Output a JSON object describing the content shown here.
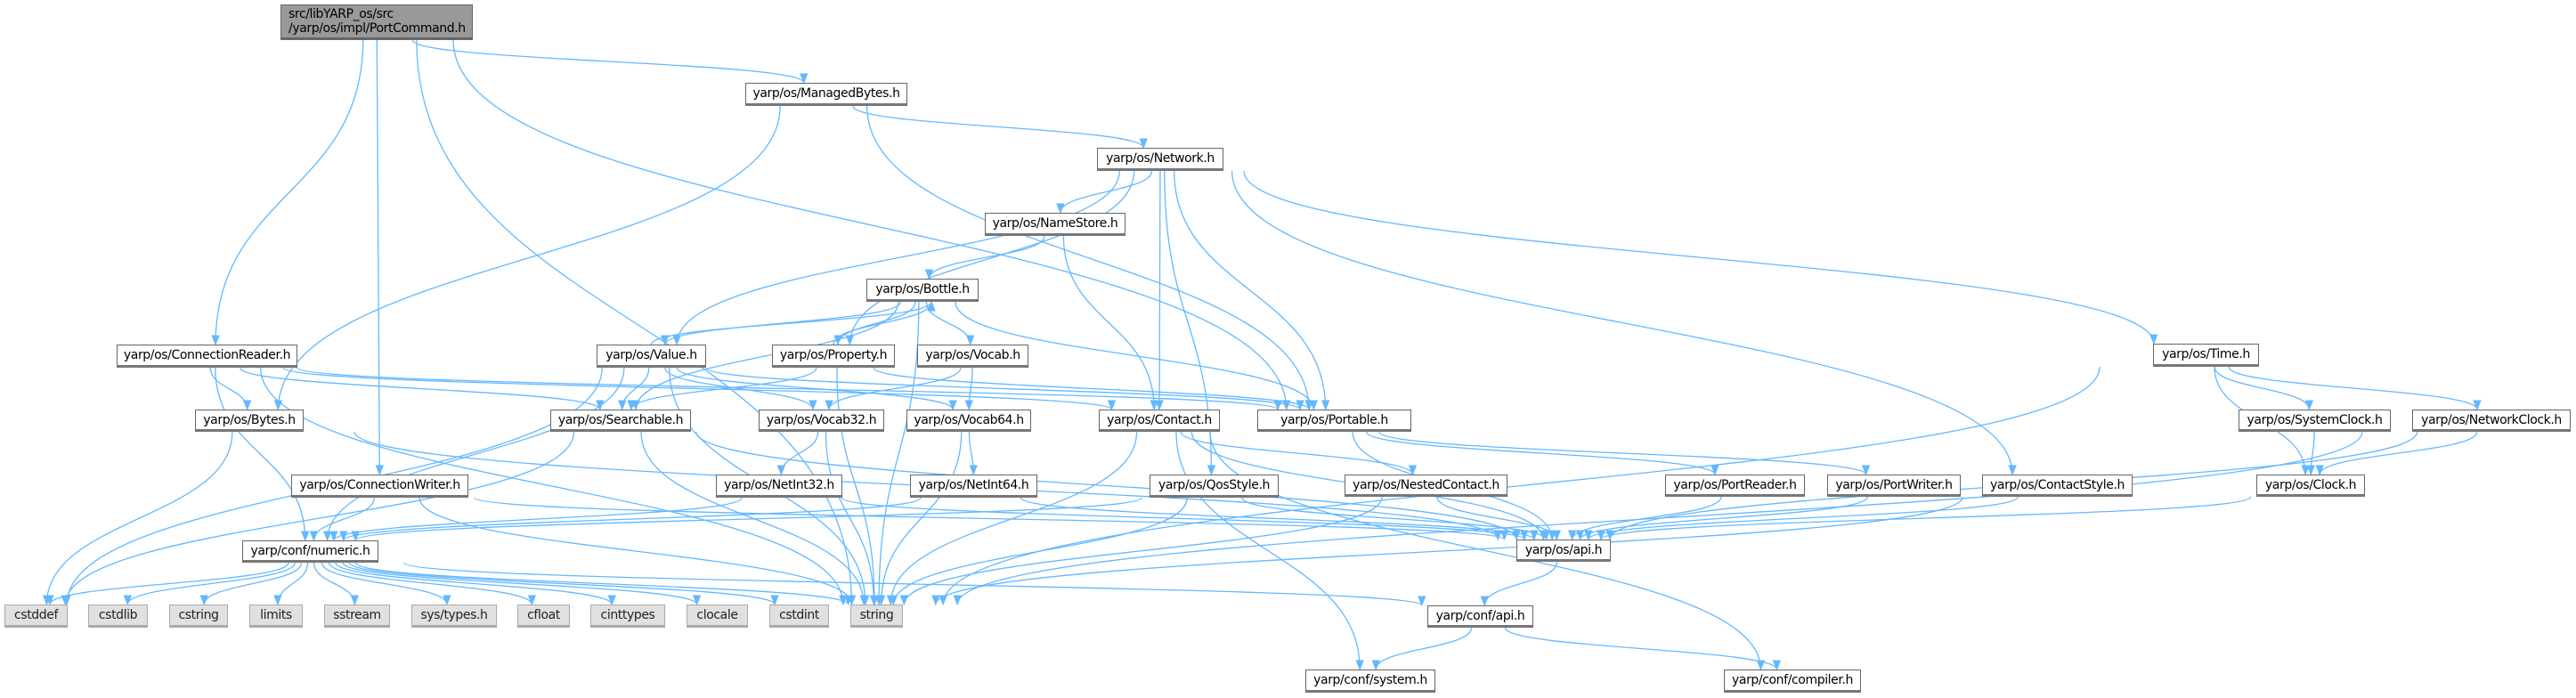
{
  "graph": {
    "root": {
      "id": "root",
      "lines": [
        "src/libYARP_os/src",
        "/yarp/os/impl/PortCommand.h"
      ]
    },
    "nodes": [
      {
        "id": "managedbytes",
        "label": "yarp/os/ManagedBytes.h"
      },
      {
        "id": "network",
        "label": "yarp/os/Network.h"
      },
      {
        "id": "namestore",
        "label": "yarp/os/NameStore.h"
      },
      {
        "id": "bottle",
        "label": "yarp/os/Bottle.h"
      },
      {
        "id": "connreader",
        "label": "yarp/os/ConnectionReader.h"
      },
      {
        "id": "value",
        "label": "yarp/os/Value.h"
      },
      {
        "id": "property",
        "label": "yarp/os/Property.h"
      },
      {
        "id": "vocab",
        "label": "yarp/os/Vocab.h"
      },
      {
        "id": "time",
        "label": "yarp/os/Time.h"
      },
      {
        "id": "bytes",
        "label": "yarp/os/Bytes.h"
      },
      {
        "id": "searchable",
        "label": "yarp/os/Searchable.h"
      },
      {
        "id": "vocab32",
        "label": "yarp/os/Vocab32.h"
      },
      {
        "id": "vocab64",
        "label": "yarp/os/Vocab64.h"
      },
      {
        "id": "contact",
        "label": "yarp/os/Contact.h"
      },
      {
        "id": "portable",
        "label": "yarp/os/Portable.h"
      },
      {
        "id": "systemclock",
        "label": "yarp/os/SystemClock.h"
      },
      {
        "id": "networkclock",
        "label": "yarp/os/NetworkClock.h"
      },
      {
        "id": "connwriter",
        "label": "yarp/os/ConnectionWriter.h"
      },
      {
        "id": "netint32",
        "label": "yarp/os/NetInt32.h"
      },
      {
        "id": "netint64",
        "label": "yarp/os/NetInt64.h"
      },
      {
        "id": "qosstyle",
        "label": "yarp/os/QosStyle.h"
      },
      {
        "id": "nestedcontact",
        "label": "yarp/os/NestedContact.h"
      },
      {
        "id": "portreader",
        "label": "yarp/os/PortReader.h"
      },
      {
        "id": "portwriter",
        "label": "yarp/os/PortWriter.h"
      },
      {
        "id": "contactstyle",
        "label": "yarp/os/ContactStyle.h"
      },
      {
        "id": "clock",
        "label": "yarp/os/Clock.h"
      },
      {
        "id": "numeric",
        "label": "yarp/conf/numeric.h"
      },
      {
        "id": "osapi",
        "label": "yarp/os/api.h"
      },
      {
        "id": "confapi",
        "label": "yarp/conf/api.h"
      },
      {
        "id": "system",
        "label": "yarp/conf/system.h"
      },
      {
        "id": "compiler",
        "label": "yarp/conf/compiler.h"
      },
      {
        "id": "cstddef",
        "label": "cstddef",
        "external": true
      },
      {
        "id": "cstdlib",
        "label": "cstdlib",
        "external": true
      },
      {
        "id": "cstring",
        "label": "cstring",
        "external": true
      },
      {
        "id": "limits",
        "label": "limits",
        "external": true
      },
      {
        "id": "sstream",
        "label": "sstream",
        "external": true
      },
      {
        "id": "systypes",
        "label": "sys/types.h",
        "external": true
      },
      {
        "id": "cfloat",
        "label": "cfloat",
        "external": true
      },
      {
        "id": "cinttypes",
        "label": "cinttypes",
        "external": true
      },
      {
        "id": "clocale",
        "label": "clocale",
        "external": true
      },
      {
        "id": "cstdint",
        "label": "cstdint",
        "external": true
      },
      {
        "id": "string",
        "label": "string",
        "external": true
      }
    ],
    "edges": [
      [
        "root",
        "managedbytes"
      ],
      [
        "root",
        "connreader"
      ],
      [
        "root",
        "connwriter"
      ],
      [
        "root",
        "string"
      ],
      [
        "root",
        "portable"
      ],
      [
        "managedbytes",
        "network"
      ],
      [
        "managedbytes",
        "bytes"
      ],
      [
        "managedbytes",
        "portable"
      ],
      [
        "network",
        "namestore"
      ],
      [
        "network",
        "value"
      ],
      [
        "network",
        "property"
      ],
      [
        "network",
        "contact"
      ],
      [
        "network",
        "portable"
      ],
      [
        "network",
        "qosstyle"
      ],
      [
        "network",
        "contactstyle"
      ],
      [
        "network",
        "time"
      ],
      [
        "namestore",
        "bottle"
      ],
      [
        "namestore",
        "contact"
      ],
      [
        "bottle",
        "value"
      ],
      [
        "bottle",
        "property"
      ],
      [
        "bottle",
        "vocab"
      ],
      [
        "bottle",
        "searchable"
      ],
      [
        "bottle",
        "portable"
      ],
      [
        "bottle",
        "string"
      ],
      [
        "value",
        "bottle"
      ],
      [
        "value",
        "searchable"
      ],
      [
        "value",
        "vocab32"
      ],
      [
        "value",
        "vocab64"
      ],
      [
        "value",
        "portable"
      ],
      [
        "value",
        "numeric"
      ],
      [
        "value",
        "cstddef"
      ],
      [
        "value",
        "string"
      ],
      [
        "property",
        "bottle"
      ],
      [
        "property",
        "searchable"
      ],
      [
        "property",
        "portable"
      ],
      [
        "property",
        "string"
      ],
      [
        "vocab",
        "vocab32"
      ],
      [
        "vocab",
        "vocab64"
      ],
      [
        "connreader",
        "bytes"
      ],
      [
        "connreader",
        "searchable"
      ],
      [
        "connreader",
        "contact"
      ],
      [
        "connreader",
        "portable"
      ],
      [
        "connreader",
        "numeric"
      ],
      [
        "connreader",
        "string"
      ],
      [
        "bytes",
        "cstddef"
      ],
      [
        "bytes",
        "osapi"
      ],
      [
        "searchable",
        "cstddef"
      ],
      [
        "searchable",
        "string"
      ],
      [
        "searchable",
        "osapi"
      ],
      [
        "vocab32",
        "netint32"
      ],
      [
        "vocab32",
        "string"
      ],
      [
        "vocab64",
        "netint64"
      ],
      [
        "vocab64",
        "string"
      ],
      [
        "contact",
        "nestedcontact"
      ],
      [
        "contact",
        "osapi"
      ],
      [
        "contact",
        "string"
      ],
      [
        "contact",
        "system"
      ],
      [
        "contact",
        "compiler"
      ],
      [
        "portable",
        "portreader"
      ],
      [
        "portable",
        "portwriter"
      ],
      [
        "portable",
        "osapi"
      ],
      [
        "netint32",
        "numeric"
      ],
      [
        "netint32",
        "osapi"
      ],
      [
        "netint64",
        "numeric"
      ],
      [
        "netint64",
        "osapi"
      ],
      [
        "qosstyle",
        "numeric"
      ],
      [
        "qosstyle",
        "osapi"
      ],
      [
        "qosstyle",
        "string"
      ],
      [
        "nestedcontact",
        "osapi"
      ],
      [
        "nestedcontact",
        "string"
      ],
      [
        "portreader",
        "osapi"
      ],
      [
        "portwriter",
        "osapi"
      ],
      [
        "contactstyle",
        "osapi"
      ],
      [
        "contactstyle",
        "string"
      ],
      [
        "connwriter",
        "numeric"
      ],
      [
        "connwriter",
        "osapi"
      ],
      [
        "connwriter",
        "string"
      ],
      [
        "time",
        "systemclock"
      ],
      [
        "time",
        "networkclock"
      ],
      [
        "time",
        "clock"
      ],
      [
        "time",
        "string"
      ],
      [
        "systemclock",
        "clock"
      ],
      [
        "networkclock",
        "clock"
      ],
      [
        "networkclock",
        "osapi"
      ],
      [
        "networkclock",
        "string"
      ],
      [
        "clock",
        "osapi"
      ],
      [
        "numeric",
        "cstddef"
      ],
      [
        "numeric",
        "cstdlib"
      ],
      [
        "numeric",
        "cstring"
      ],
      [
        "numeric",
        "limits"
      ],
      [
        "numeric",
        "sstream"
      ],
      [
        "numeric",
        "systypes"
      ],
      [
        "numeric",
        "cfloat"
      ],
      [
        "numeric",
        "cinttypes"
      ],
      [
        "numeric",
        "clocale"
      ],
      [
        "numeric",
        "cstdint"
      ],
      [
        "numeric",
        "string"
      ],
      [
        "numeric",
        "confapi"
      ],
      [
        "osapi",
        "confapi"
      ],
      [
        "confapi",
        "system"
      ],
      [
        "confapi",
        "compiler"
      ]
    ],
    "colors": {
      "edge": "#63b8ff",
      "node_border": "#666666",
      "root_fill": "#999999",
      "external_fill": "#e0e0e0"
    }
  }
}
